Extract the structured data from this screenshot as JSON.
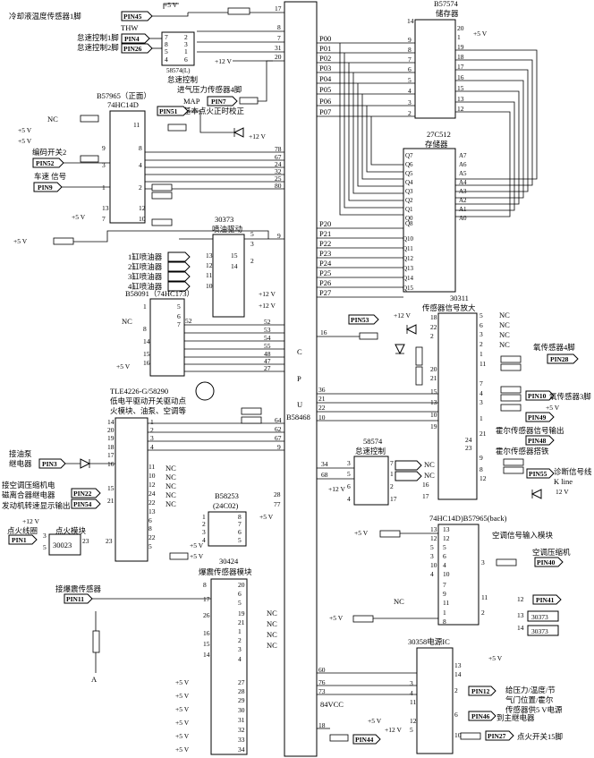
{
  "cpu": {
    "l1": "C",
    "l2": "P",
    "l3": "U",
    "l4": "B58468"
  },
  "chips": {
    "mem1": {
      "l1": "B57574",
      "l2": "储存器"
    },
    "mem2": {
      "l1": "27C512",
      "l2": "存储器"
    },
    "idle1": {
      "l1": "58574(L)",
      "l2": "怠速控制"
    },
    "u57965": {
      "l1": "B57965（正面）",
      "l2": "74HC14D"
    },
    "inj": {
      "l1": "30373",
      "l2": "喷油驱动"
    },
    "b58091": {
      "l1": "B58091（74HC173）"
    },
    "tle": {
      "l1": "TLE4226-G/58290",
      "l2": "低电平驱动开关驱动点",
      "l3": "火模块、油泵、空调等"
    },
    "sens": {
      "l1": "30311",
      "l2": "传感器信号放大"
    },
    "idle2": {
      "l1": "58574",
      "l2": "怠速控制"
    },
    "eeprom": {
      "l1": "B58253",
      "l2": "(24C02)"
    },
    "back": {
      "l1": "74HC14D)B57965(back)"
    },
    "knock": {
      "l1": "30424",
      "l2": "爆震传感器模块"
    },
    "ign": {
      "l1": "30023"
    },
    "psu": {
      "l1": "30358电源IC"
    }
  },
  "pins": {
    "p45": "PIN45",
    "p4": "PIN4",
    "p26": "PIN26",
    "p7": "PIN7",
    "p51": "PIN51",
    "p52": "PIN52",
    "p9": "PIN9",
    "p53": "PIN53",
    "p28": "PIN28",
    "p10": "PIN10",
    "p49": "PIN49",
    "p48": "PIN48",
    "p55": "PIN55",
    "p3": "PIN3",
    "p22": "PIN22",
    "p54": "PIN54",
    "p1": "PIN1",
    "p40": "PIN40",
    "p41": "PIN41",
    "c30373a": "30373",
    "c30373b": "30373",
    "p11": "PIN11",
    "p12": "PIN12",
    "p46": "PIN46",
    "p44": "PIN44",
    "p27": "PIN27"
  },
  "labels": {
    "coolant": "冷却液温度传感器1脚",
    "thw": "THW",
    "idle1": "怠速控制1脚",
    "idle2": "怠速控制2脚",
    "intake": "进气压力传感器4脚",
    "map": "MAP",
    "basic": "基本点火正时校正",
    "nc": "NC",
    "sw2": "编码开关2",
    "speed": "车速 信号",
    "inj1": "1缸喷油器",
    "inj2": "2缸喷油器",
    "inj3": "3缸喷油器",
    "inj4": "4缸喷油器",
    "o2_4": "氧传感器4脚",
    "o2_3": "氧传感器3脚",
    "hall_out": "霍尔传感器信号输出",
    "hall_gnd": "霍尔传感器搭铁",
    "diag": "诊断信号线",
    "kline": "K line",
    "fuelpump1": "接油泵",
    "fuelpump2": "继电器",
    "ac1": "接空调压缩机电",
    "ac2": "磁离合器继电器",
    "rpm": "发动机转速显示输出",
    "coil": "点火线圈",
    "ignmod": "点火模块",
    "acin": "空调信号输入模块",
    "accomp": "空调压缩机",
    "knocksens": "接爆震传感器",
    "A": "A",
    "vcc": "84VCC",
    "supply1": "给压力/温度/节",
    "supply2": "气门位置/霍尔",
    "supply3": "传感器供5 V电源",
    "mainrelay": "到主继电器",
    "ignsw": "点火开关15脚",
    "p5v": "+5 V",
    "p12v": "+12 V",
    "p12v2": "12 V"
  },
  "ports": {
    "p0": [
      "P00",
      "P01",
      "P02",
      "P03",
      "P04",
      "P05",
      "P06",
      "P07"
    ],
    "q": [
      "Q7",
      "Q6",
      "Q5",
      "Q4",
      "Q3",
      "Q2",
      "Q1",
      "Q0"
    ],
    "a": [
      "A7",
      "A6",
      "A5",
      "A4",
      "A3",
      "A2",
      "A1",
      "A0"
    ],
    "p2": [
      "P20",
      "P21",
      "P22",
      "P23",
      "P24",
      "P25",
      "P26",
      "P27"
    ],
    "q2": [
      "Q8",
      "Q10",
      "Q11",
      "Q12",
      "Q13",
      "Q14",
      "Q15"
    ]
  }
}
